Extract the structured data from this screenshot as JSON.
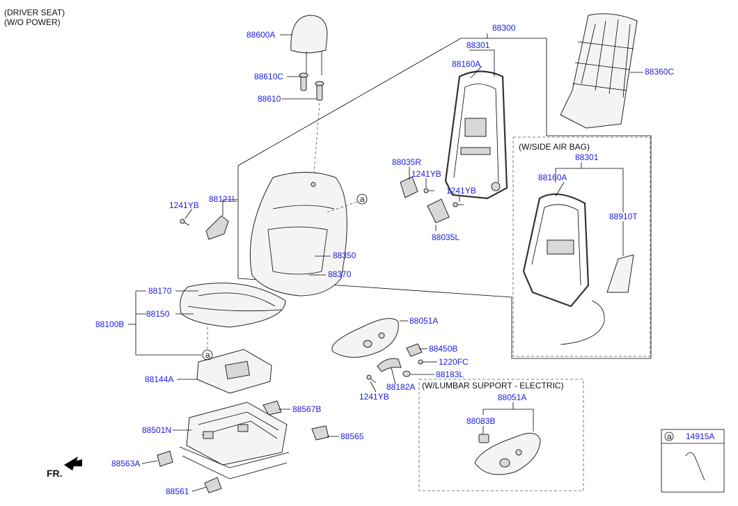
{
  "notes": {
    "driver_seat": "(DRIVER SEAT)",
    "wo_power": "(W/O POWER)",
    "side_airbag": "(W/SIDE AIR BAG)",
    "lumbar": "(W/LUMBAR SUPPORT - ELECTRIC)",
    "fr": "FR.",
    "callout_a": "a"
  },
  "labels": {
    "p88600A": "88600A",
    "p88610C": "88610C",
    "p88610": "88610",
    "p88300": "88300",
    "p88301": "88301",
    "p88160A": "88160A",
    "p88360C": "88360C",
    "p88035R": "88035R",
    "p1241YB_a": "1241YB",
    "p1241YB_b": "1241YB",
    "p88035L": "88035L",
    "p1241YB_c": "1241YB",
    "p88121L": "88121L",
    "p88350": "88350",
    "p88370": "88370",
    "p88170": "88170",
    "p88150": "88150",
    "p88100B": "88100B",
    "p88144A": "88144A",
    "p88051A": "88051A",
    "p88450B": "88450B",
    "p1220FC": "1220FC",
    "p88183L": "88183L",
    "p88182A": "88182A",
    "p1241YB_d": "1241YB",
    "p88567B": "88567B",
    "p88501N": "88501N",
    "p88565": "88565",
    "p88563A": "88563A",
    "p88561": "88561",
    "sab88301": "88301",
    "sab88160A": "88160A",
    "sab88910T": "88910T",
    "lum88051A": "88051A",
    "lum88083B": "88083B",
    "legend_code": "14915A"
  }
}
